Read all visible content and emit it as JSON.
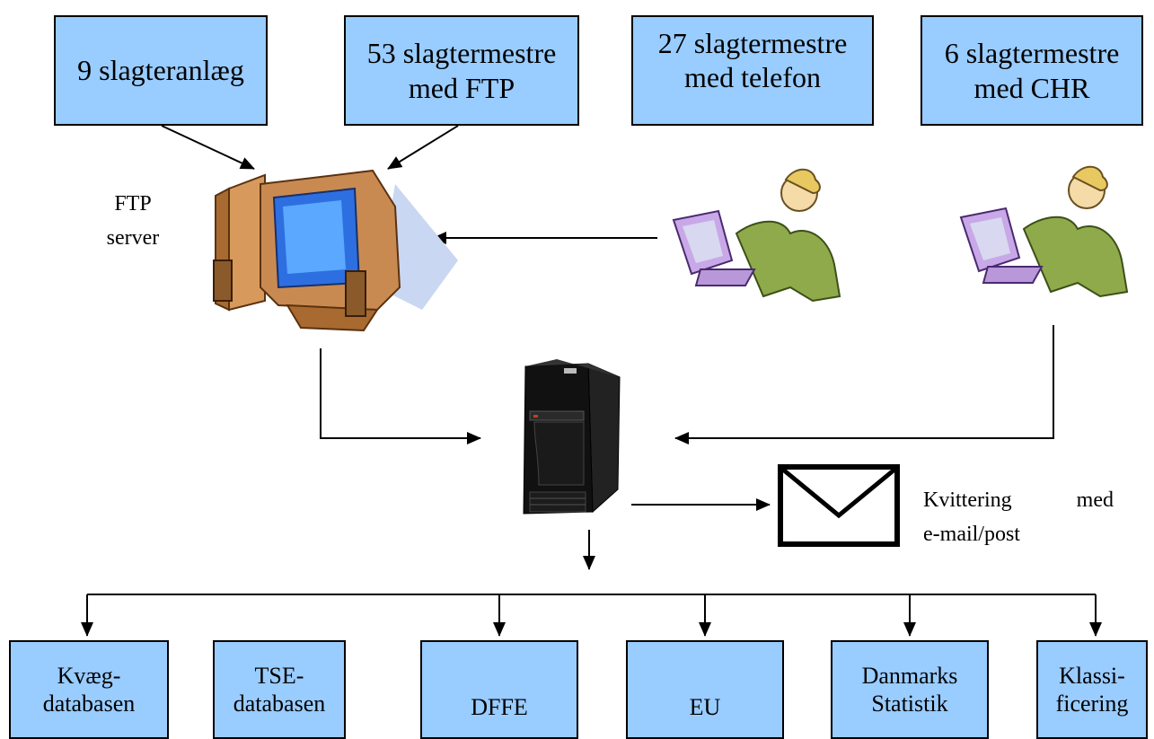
{
  "sources": [
    {
      "label": "9 slagteranlæg"
    },
    {
      "label": "53 slagtermestre\nmed FTP"
    },
    {
      "label": "27 slagtermestre\nmed telefon"
    },
    {
      "label": "6 slagtermestre\nmed CHR"
    }
  ],
  "ftp_label": "FTP\nserver",
  "receipt": {
    "line1a": "Kvittering",
    "line1b": "med",
    "line2": "e-mail/post"
  },
  "targets": [
    {
      "label": "Kvæg-\ndatabasen"
    },
    {
      "label": "TSE-\ndatabasen"
    },
    {
      "label": "DFFE"
    },
    {
      "label": "EU"
    },
    {
      "label": "Danmarks\nStatistik"
    },
    {
      "label": "Klassi-\nficering"
    }
  ],
  "colors": {
    "box_fill": "#99ccff"
  }
}
